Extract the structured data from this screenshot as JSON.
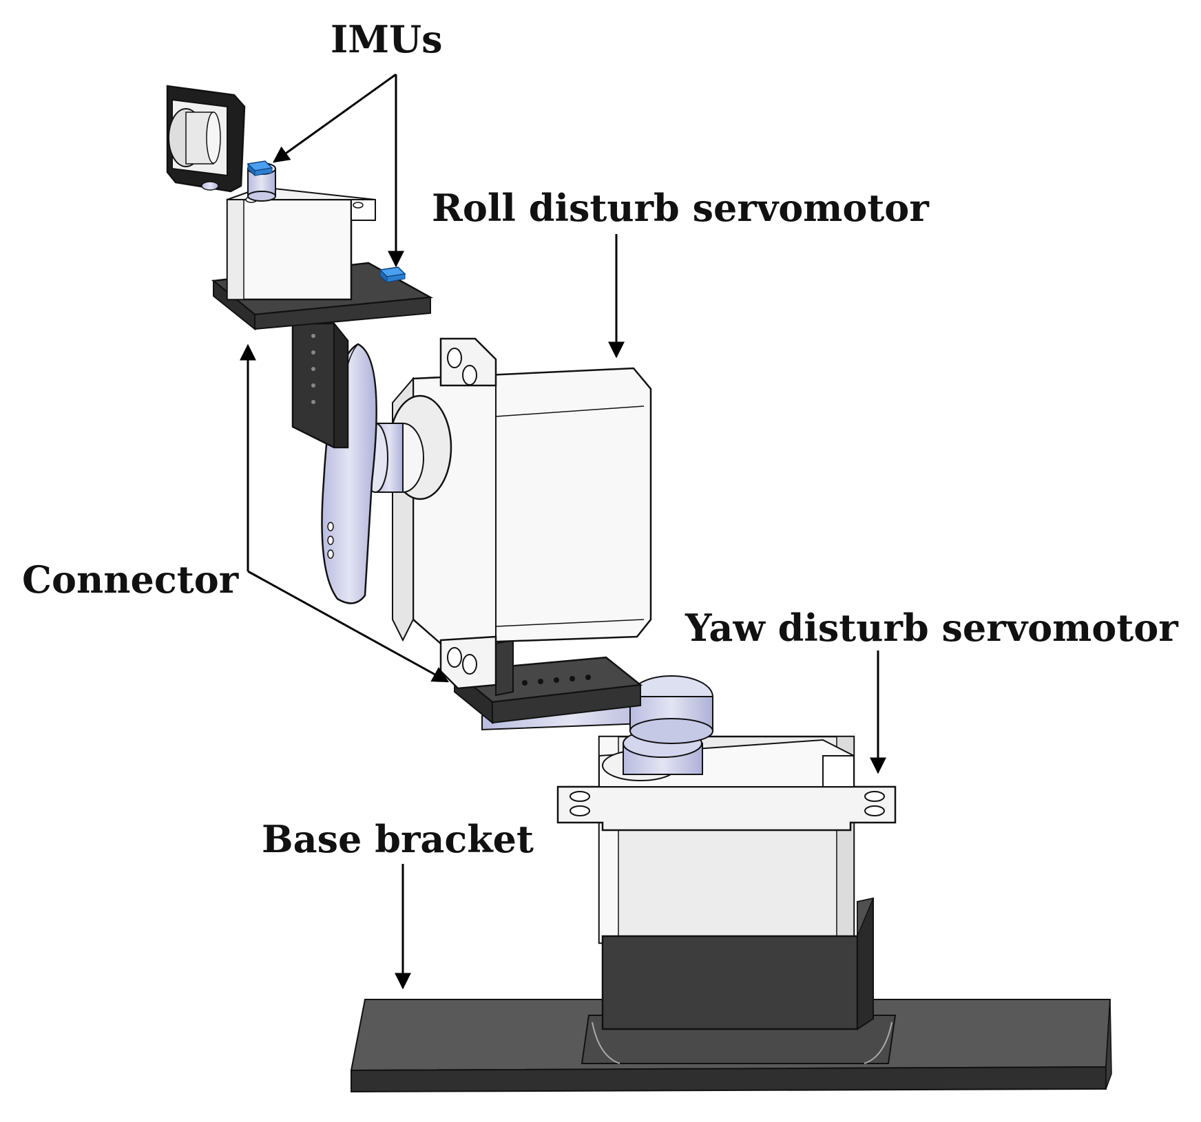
{
  "labels": {
    "imus": "IMUs",
    "roll_servo": "Roll disturb servomotor",
    "connector": "Connector",
    "yaw_servo": "Yaw disturb servomotor",
    "base_bracket": "Base bracket"
  },
  "colors": {
    "bracket_dark": "#3a3a3a",
    "servo_white": "#f7f7f7",
    "servo_light": "#e8e8e8",
    "horn_lavender": "#c9cbe6",
    "imu_blue": "#2f86d8",
    "arrow": "#000000"
  }
}
